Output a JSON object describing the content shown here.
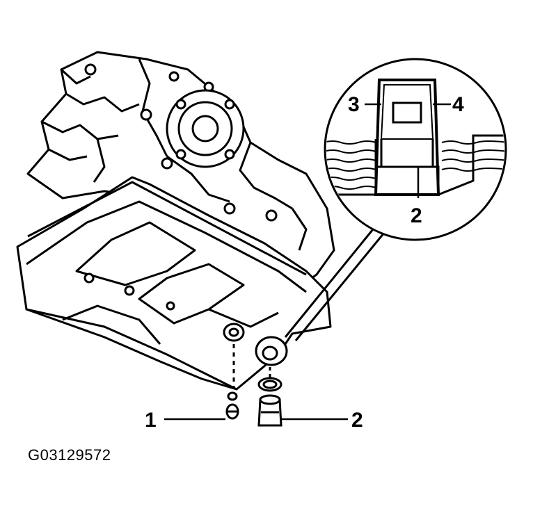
{
  "callouts": {
    "drain_plug_label": "1",
    "fill_plug_label": "2",
    "detail_fill_plug_label": "2",
    "detail_fluid_level_label": "3",
    "detail_reference_label": "4"
  },
  "figure_id": "G03129572",
  "colors": {
    "line": "#000000",
    "background": "#ffffff",
    "fluid": "#000000"
  }
}
